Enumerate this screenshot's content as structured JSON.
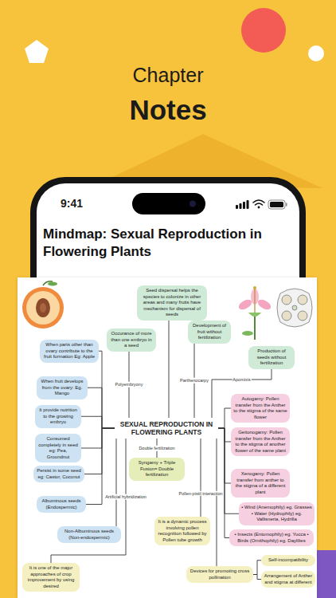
{
  "diagram": {
    "title": "Mindmap: Sexual Reproduction in Flowering Plants",
    "nodes": [
      {
        "text": [
          "SEXUAL REPRODUCTION IN FLOWERING PLANTS"
        ]
      },
      {
        "text": [
          "Seed dispersal helps the species to colonize in other areas and many fruits have mechanism for dispersal of seeds"
        ]
      },
      {
        "text": [
          "Occurance of more than one embryo in a seed"
        ]
      },
      {
        "text": [
          "Production of seeds without fertilization"
        ]
      },
      {
        "text": [
          "Development of fruit without fertilization"
        ]
      },
      {
        "text": [
          "When parts other than ovary contribute to the fruit formation Eg: Apple"
        ]
      },
      {
        "text": [
          "When fruit develops from the ovary: Eg. Mango"
        ]
      },
      {
        "text": [
          "It provide nutrition to the growing embryo"
        ]
      },
      {
        "text": [
          "Consumed completely in seed eg: Pea, Groundnut"
        ]
      },
      {
        "text": [
          "Persist in some seed eg: Castor, Coconut"
        ]
      },
      {
        "text": [
          "Albuminous seeds (Endospermic)"
        ]
      },
      {
        "text": [
          "Non-Albuminous seeds (Non-endospermic)"
        ]
      },
      {
        "text": [
          "Syngamy + Triple Fusion= Double fertilization"
        ]
      },
      {
        "text": [
          "Autogamy: Pollen transfer from the Anther to the stigma of the same flower"
        ]
      },
      {
        "text": [
          "Geitonogamy: Pollen transfer from the Anther to the stigma of another flower of the same plant"
        ]
      },
      {
        "text": [
          "Xenogamy: Pollen transfer from anther to the stigma of a different plant"
        ]
      },
      {
        "text": [
          "• Wind (Anemophily) eg. Grasses • Water (Hydrophily) eg. Vallisneria, Hydrilla"
        ]
      },
      {
        "text": [
          "• Insects (Entomophily) eg. Yucca • Birds (Ornithophily) eg. Daylilies"
        ]
      },
      {
        "text": [
          "It is a dynamic process involving pollen recognition followed by Pollen tube growth"
        ]
      },
      {
        "text": [
          "It is one of the major approaches of crop improvement by using desired"
        ]
      },
      {
        "text": [
          "Devices for promoting cross pollination"
        ]
      },
      {
        "text": [
          "Self-incompatibility"
        ]
      },
      {
        "text": [
          "Arrangement of Anther and stigma at different"
        ]
      }
    ],
    "edges": [
      {
        "from": 0,
        "to": 1,
        "arrow": "none"
      },
      {
        "from": 0,
        "to": 2,
        "arrow": "none",
        "label": "Polyembryony"
      },
      {
        "from": 0,
        "to": 3,
        "arrow": "none",
        "label": "Apomixis"
      },
      {
        "from": 0,
        "to": 4,
        "arrow": "none",
        "label": "Parthenocarpy"
      },
      {
        "from": 0,
        "to": 5,
        "arrow": "none"
      },
      {
        "from": 0,
        "to": 6,
        "arrow": "none"
      },
      {
        "from": 0,
        "to": 7,
        "arrow": "none"
      },
      {
        "from": 0,
        "to": 8,
        "arrow": "none"
      },
      {
        "from": 0,
        "to": 9,
        "arrow": "none"
      },
      {
        "from": 0,
        "to": 10,
        "arrow": "none"
      },
      {
        "from": 0,
        "to": 11,
        "arrow": "none"
      },
      {
        "from": 0,
        "to": 12,
        "arrow": "none",
        "label": "Double fertilization"
      },
      {
        "from": 0,
        "to": 13,
        "arrow": "none"
      },
      {
        "from": 0,
        "to": 14,
        "arrow": "none"
      },
      {
        "from": 0,
        "to": 15,
        "arrow": "none"
      },
      {
        "from": 0,
        "to": 16,
        "arrow": "none"
      },
      {
        "from": 0,
        "to": 17,
        "arrow": "none"
      },
      {
        "from": 0,
        "to": 18,
        "arrow": "none",
        "label": "Pollen-pistil interaction"
      },
      {
        "from": 0,
        "to": 19,
        "arrow": "none",
        "label": "Artificial hybridization"
      },
      {
        "from": 0,
        "to": 20,
        "arrow": "none"
      },
      {
        "from": 20,
        "to": 21,
        "arrow": "none"
      },
      {
        "from": 20,
        "to": 22,
        "arrow": "none"
      }
    ],
    "labels": [
      "Chapter",
      "Notes",
      "9:41"
    ]
  }
}
